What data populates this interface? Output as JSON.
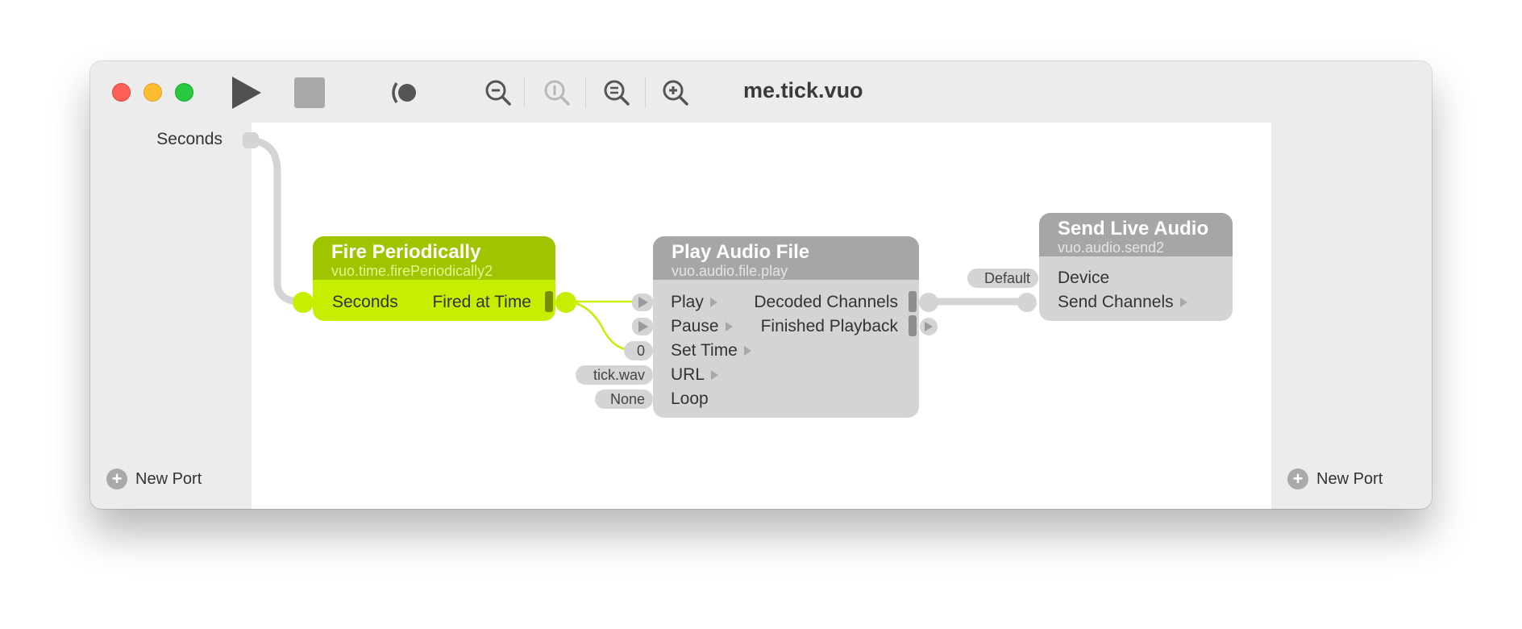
{
  "window": {
    "title": "me.tick.vuo"
  },
  "toolbar": {
    "run": "play-icon",
    "stop": "stop-icon",
    "show_events": "show-events-icon",
    "zoom_out": "zoom-out-icon",
    "zoom_actual": "zoom-actual-icon",
    "zoom_fit": "zoom-fit-icon",
    "zoom_in": "zoom-in-icon"
  },
  "published_inputs": {
    "ports": [
      "Seconds"
    ],
    "new_port": "New Port"
  },
  "published_outputs": {
    "new_port": "New Port"
  },
  "nodes": {
    "fire_periodically": {
      "title": "Fire Periodically",
      "class": "vuo.time.firePeriodically2",
      "inputs": [
        "Seconds"
      ],
      "outputs": [
        "Fired at Time"
      ],
      "color": "#c5ee00"
    },
    "play_audio_file": {
      "title": "Play Audio File",
      "class": "vuo.audio.file.play",
      "inputs": [
        "Play",
        "Pause",
        "Set Time",
        "URL",
        "Loop"
      ],
      "outputs": [
        "Decoded Channels",
        "Finished Playback"
      ],
      "constants": {
        "set_time": "0",
        "url": "tick.wav",
        "loop": "None"
      }
    },
    "send_live_audio": {
      "title": "Send Live Audio",
      "class": "vuo.audio.send2",
      "inputs": [
        "Device",
        "Send Channels"
      ],
      "constants": {
        "device": "Default"
      }
    }
  },
  "colors": {
    "fire_node": "#c5ee00",
    "fire_header": "#9fc400",
    "gray_node": "#d4d4d4",
    "gray_header": "#a6a6a6",
    "canvas": "#ffffff"
  }
}
